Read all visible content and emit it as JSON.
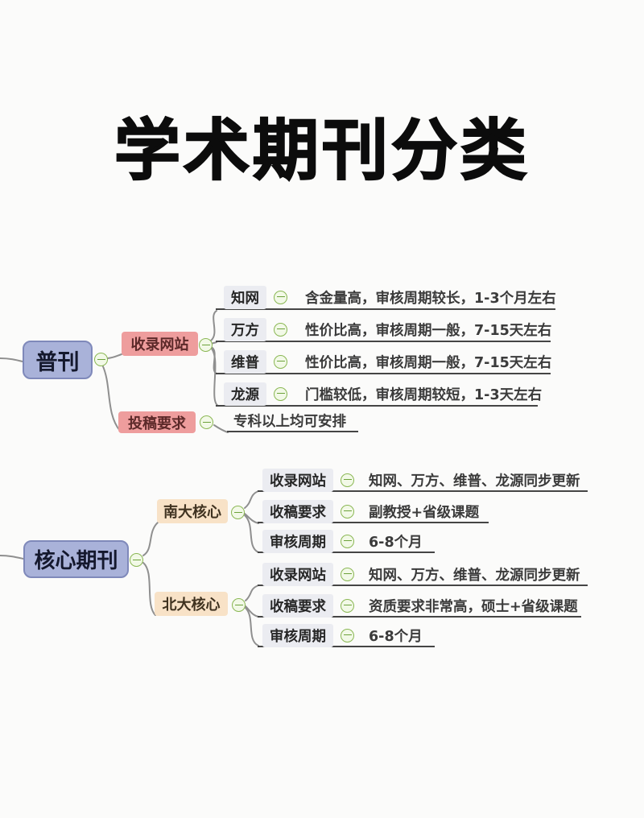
{
  "title": "学术期刊分类",
  "trees": [
    {
      "root": "普刊",
      "branches": [
        {
          "label": "收录网站",
          "children": [
            {
              "label": "知网",
              "value": "含金量高，审核周期较长，1-3个月左右"
            },
            {
              "label": "万方",
              "value": "性价比高，审核周期一般，7-15天左右"
            },
            {
              "label": "维普",
              "value": "性价比高，审核周期一般，7-15天左右"
            },
            {
              "label": "龙源",
              "value": "门槛较低，审核周期较短，1-3天左右"
            }
          ]
        },
        {
          "label": "投稿要求",
          "value": "专科以上均可安排"
        }
      ]
    },
    {
      "root": "核心期刊",
      "branches": [
        {
          "label": "南大核心",
          "children": [
            {
              "label": "收录网站",
              "value": "知网、万方、维普、龙源同步更新"
            },
            {
              "label": "收稿要求",
              "value": "副教授+省级课题"
            },
            {
              "label": "审核周期",
              "value": "6-8个月"
            }
          ]
        },
        {
          "label": "北大核心",
          "children": [
            {
              "label": "收录网站",
              "value": "知网、万方、维普、龙源同步更新"
            },
            {
              "label": "收稿要求",
              "value": "资质要求非常高，硕士+省级课题"
            },
            {
              "label": "审核周期",
              "value": "6-8个月"
            }
          ]
        }
      ]
    }
  ],
  "colors": {
    "root_fill": "#a9b2d9",
    "root_border": "#7f89ba",
    "branch_red": "#ee9d9d",
    "branch_orange": "#f8e2c7",
    "leaf_chip": "#ebecf1",
    "minus_green": "#8ab753",
    "connector": "#8f8f8f",
    "underline": "#454545"
  }
}
